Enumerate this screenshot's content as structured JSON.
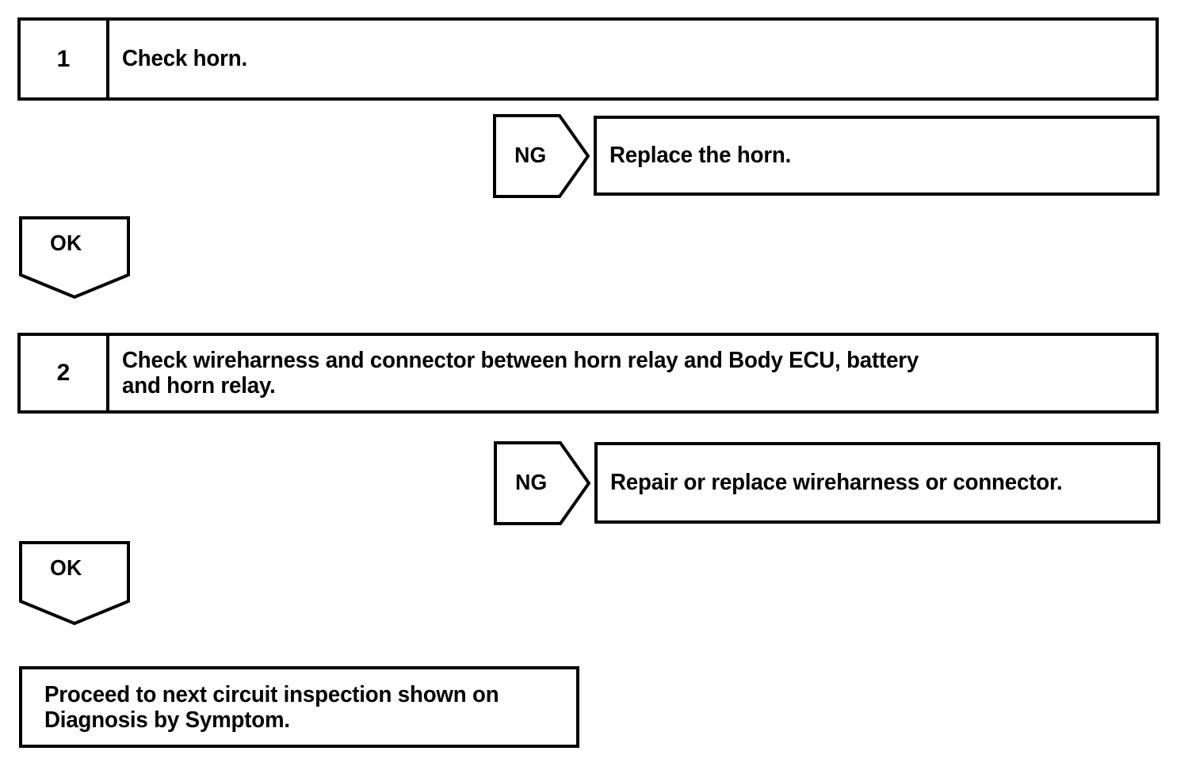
{
  "document": {
    "title": "Horn Circuit Inspection Flowchart",
    "ink_color": "#000000",
    "background_color": "#ffffff"
  },
  "steps": [
    {
      "number": "1",
      "text": "Check horn.",
      "ng": {
        "label": "NG",
        "action": "Replace the horn."
      },
      "ok": {
        "label": "OK"
      }
    },
    {
      "number": "2",
      "text": "Check wireharness and connector between horn relay and Body ECU, battery\nand horn relay.",
      "ng": {
        "label": "NG",
        "action": "Repair or replace wireharness or connector."
      },
      "ok": {
        "label": "OK"
      }
    }
  ],
  "terminal": {
    "text": "Proceed to next circuit inspection shown on\nDiagnosis by Symptom."
  }
}
